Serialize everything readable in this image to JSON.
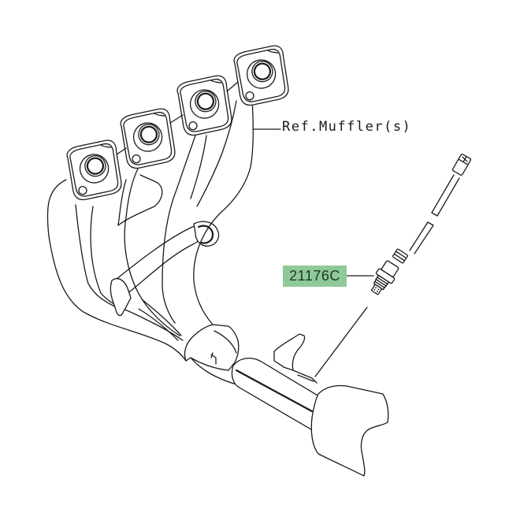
{
  "diagram": {
    "title": "Exhaust header with oxygen sensor",
    "background_color": "#ffffff",
    "line_color": "#1a1a1a"
  },
  "labels": {
    "reference": {
      "text": "Ref.Muffler(s)",
      "points_to": "exhaust-header-pipe"
    },
    "part_number": {
      "text": "21176C",
      "highlight_color": "#8fc99a",
      "text_color": "#1d3a1f",
      "points_to": "oxygen-sensor"
    }
  },
  "components": [
    {
      "id": "exhaust-flange-1",
      "type": "flange"
    },
    {
      "id": "exhaust-flange-2",
      "type": "flange"
    },
    {
      "id": "exhaust-flange-3",
      "type": "flange"
    },
    {
      "id": "exhaust-flange-4",
      "type": "flange"
    },
    {
      "id": "header-pipes",
      "type": "pipe-assembly"
    },
    {
      "id": "collector",
      "type": "collector"
    },
    {
      "id": "oxygen-sensor",
      "type": "sensor"
    },
    {
      "id": "sensor-connector",
      "type": "connector"
    }
  ]
}
